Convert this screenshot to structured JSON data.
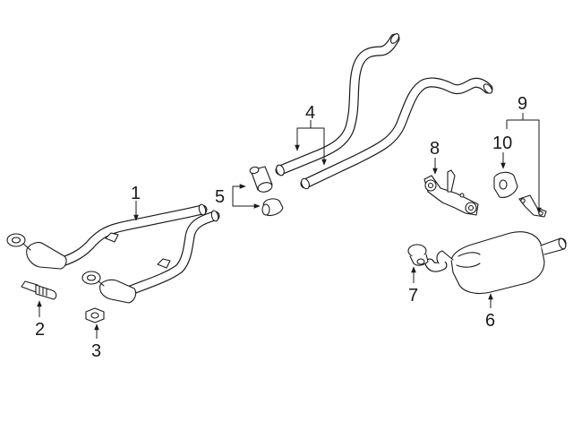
{
  "diagram": {
    "callouts": [
      {
        "id": "1",
        "label": "1"
      },
      {
        "id": "2",
        "label": "2"
      },
      {
        "id": "3",
        "label": "3"
      },
      {
        "id": "4",
        "label": "4"
      },
      {
        "id": "5",
        "label": "5"
      },
      {
        "id": "6",
        "label": "6"
      },
      {
        "id": "7",
        "label": "7"
      },
      {
        "id": "8",
        "label": "8"
      },
      {
        "id": "9",
        "label": "9"
      },
      {
        "id": "10",
        "label": "10"
      }
    ],
    "line_color": "#1a1a1a",
    "background": "#ffffff"
  }
}
